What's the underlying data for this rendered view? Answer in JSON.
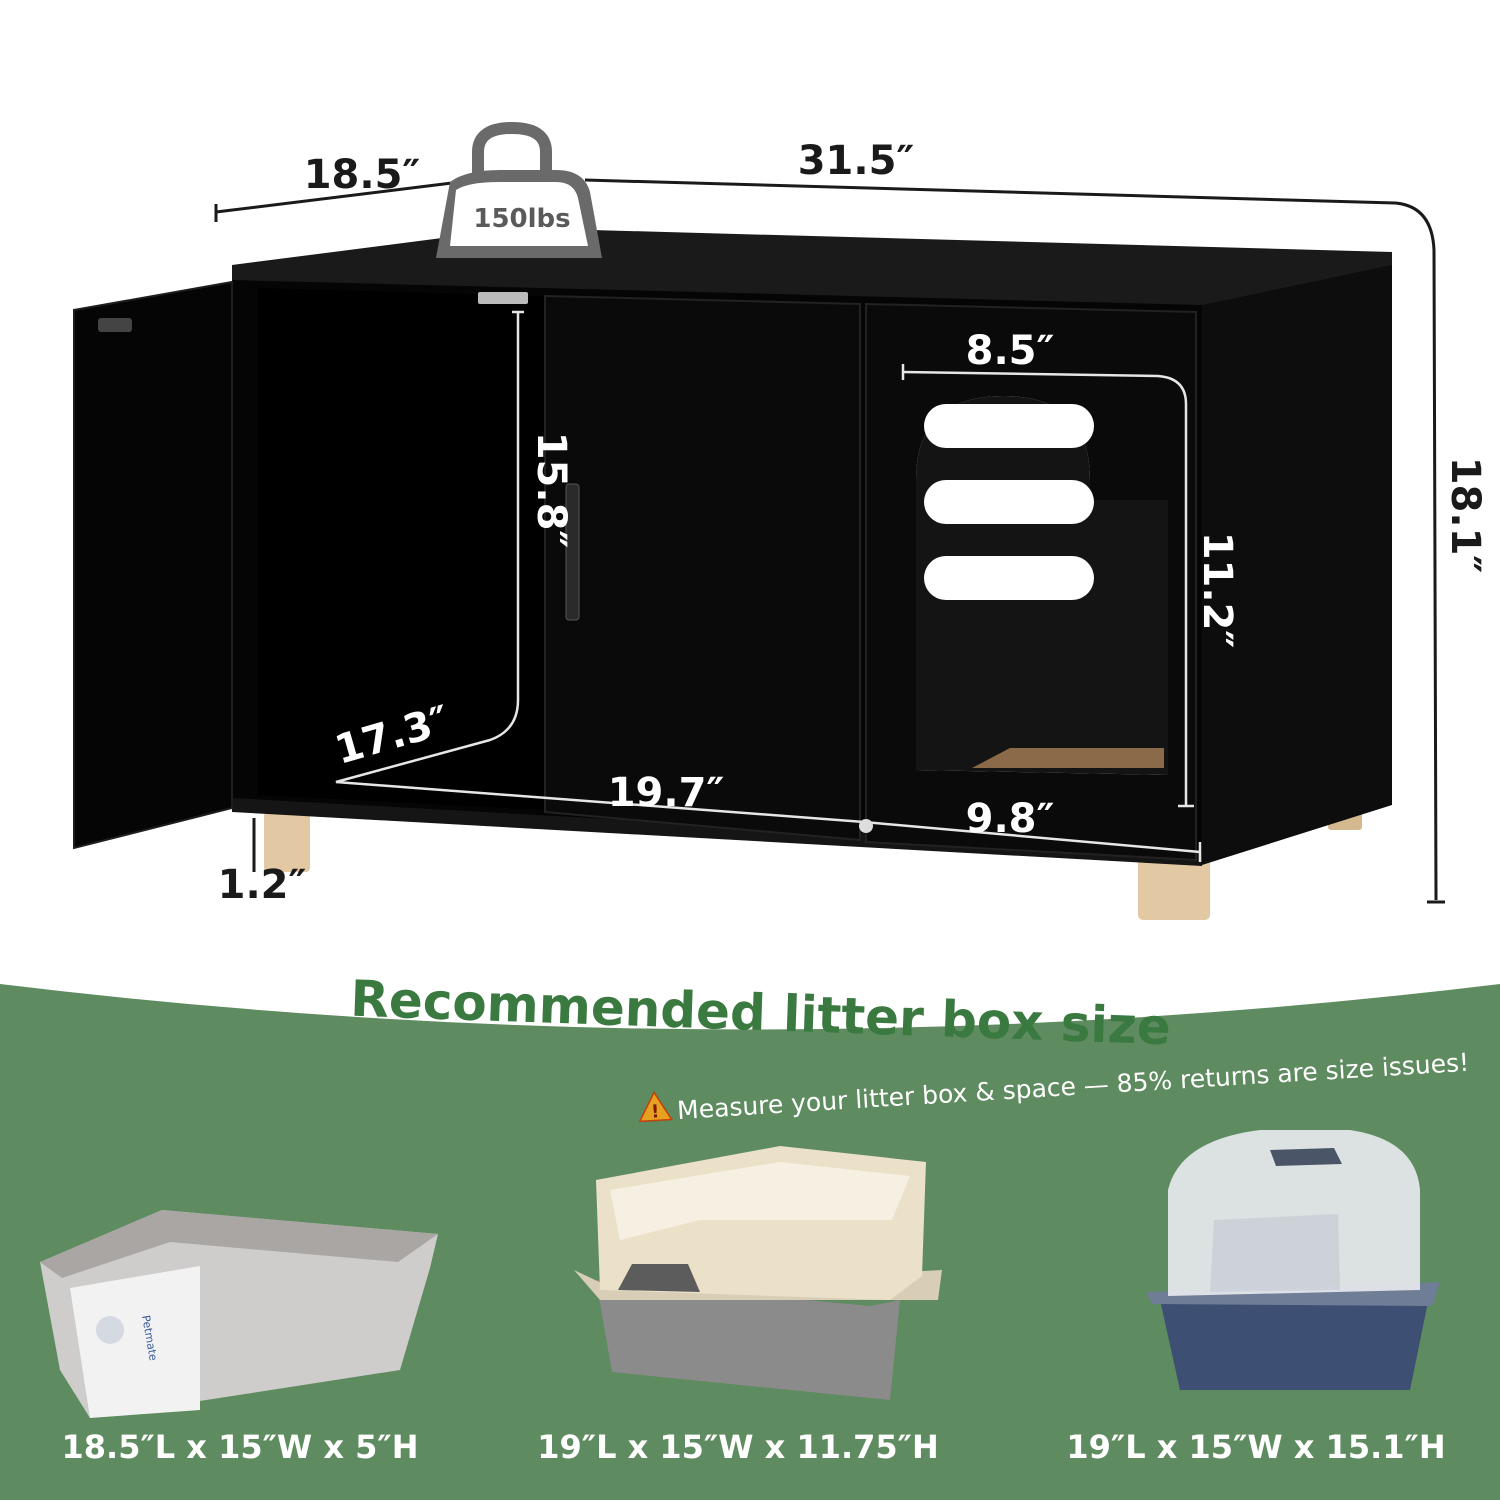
{
  "cabinet": {
    "weight_capacity": "150lbs",
    "dimensions": {
      "depth": "18.5″",
      "width": "31.5″",
      "height": "18.1″",
      "leg_height": "1.2″",
      "inner_height": "15.8″",
      "inner_depth": "17.3″",
      "inner_width": "19.7″",
      "opening_width": "8.5″",
      "opening_height": "11.2″",
      "side_width": "9.8″"
    }
  },
  "banner": {
    "title": "Recommended litter box size",
    "warning_note": "Measure your litter box & space — 85% returns are size issues!"
  },
  "litter_boxes": [
    {
      "size": "18.5″L x 15″W x 5″H",
      "brand": "Petmate"
    },
    {
      "size": "19″L x 15″W x 11.75″H"
    },
    {
      "size": "19″L x 15″W x 15.1″H"
    }
  ],
  "colors": {
    "cabinet": "#0a0a0a",
    "banner_green": "#5e8b5f",
    "title_green": "#3a7a40",
    "wood": "#e3c9a3",
    "warning": "#e8a020"
  }
}
